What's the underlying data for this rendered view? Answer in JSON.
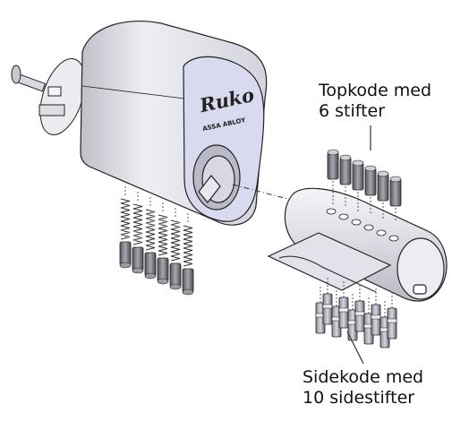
{
  "brand": {
    "logo_text": "Ruko",
    "logo_subtext": "ASSA ABLOY"
  },
  "labels": {
    "top_code": {
      "line1": "Topkode med",
      "line2": "6 stifter"
    },
    "side_code": {
      "line1": "Sidekode med",
      "line2": "10 sidestifter"
    }
  },
  "colors": {
    "housing_fill": "#e6e6ee",
    "housing_face": "#dcdcf0",
    "metal": "#cfcfd8",
    "pin_dark": "#6e6e74",
    "line": "#222222"
  }
}
